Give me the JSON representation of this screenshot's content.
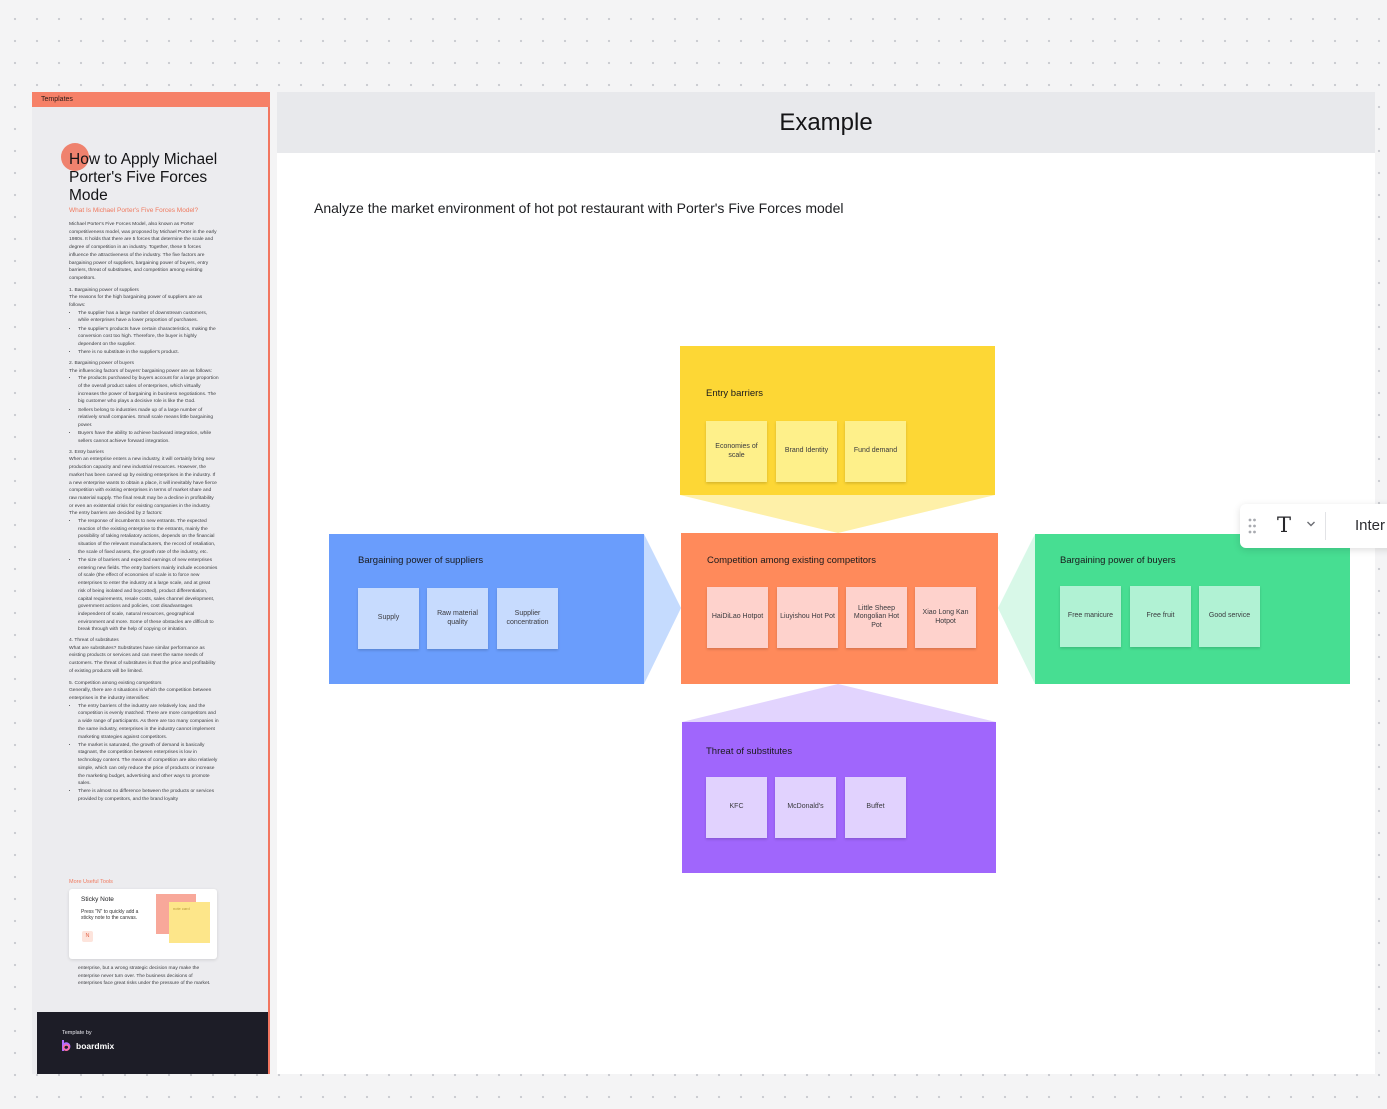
{
  "template_panel": {
    "header_label": "Templates",
    "title": "How to Apply Michael Porter's Five Forces Mode",
    "subtitle": "What Is Michael Porter's Five Forces Model?",
    "intro": "Michael Porter's Five Forces Model, also known as Porter competitiveness model, was proposed by Michael Porter in the early 1980s. It holds that there are 5 forces that determine the scale and degree of competition in an industry. Together, these 5 forces influence the attractiveness of the industry. The five factors are bargaining power of suppliers, bargaining power of buyers, entry barriers, threat of substitutes, and competition among existing competitors.",
    "s1_heading": "1. Bargaining power of suppliers",
    "s1_intro": "The reasons for the high bargaining power of suppliers are as follows:",
    "s1_items": [
      "The supplier has a large number of downstream customers, while enterprises have a lower proportion of purchases.",
      "The supplier's products have certain characteristics, making the conversion cost too high. Therefore, the buyer is highly dependent on the supplier.",
      "There is no substitute in the supplier's product."
    ],
    "s2_heading": "2. Bargaining power of buyers",
    "s2_intro": "The influencing factors of buyers' bargaining power are as follows:",
    "s2_items": [
      "The products purchased by buyers account for a large proportion of the overall product sales of enterprises, which virtually increases the power of bargaining in business negotiations. The big customer who plays a decisive role is like the God.",
      "Sellers belong to industries made up of a large number of relatively small companies. Small scale means little bargaining power.",
      "Buyers have the ability to achieve backward integration, while sellers cannot achieve forward integration."
    ],
    "s3_heading": "3. Entry barriers",
    "s3_intro": "When an enterprise enters a new industry, it will certainly bring new production capacity and new industrial resources. However, the market has been carved up by existing enterprises in the industry. If a new enterprise wants to obtain a place, it will inevitably have fierce competition with existing enterprises in terms of market share and raw material supply. The final result may be a decline in profitability or even an existential crisis for existing companies in the industry.",
    "s3_intro2": "The entry barriers are decided by 2 factors:",
    "s3_items": [
      "The response of incumbents to new entrants. The expected reaction of the existing enterprise to the entrants, mainly the possibility of taking retaliatory actions, depends on the financial situation of the relevant manufacturers, the record of retaliation, the scale of fixed assets, the growth rate of the industry, etc.",
      "The size of barriers and expected earnings of new enterprises entering new fields. The entry barriers mainly include economies of scale (the effect of economies of scale is to force new enterprises to enter the industry at a large scale, and at great risk of being isolated and boycotted), product differentiation, capital requirements, resale costs, sales channel development, government actions and policies, cost disadvantages independent of scale, natural resources, geographical environment and more. Some of these obstacles are difficult to break through with the help of copying or imitation."
    ],
    "s4_heading": "4. Threat of substitutes",
    "s4_intro": "What are substitutes? Substitutes have similar performance as existing products or services and can meet the same needs of customers. The threat of substitutes is that the price and profitability of existing products will be limited.",
    "s5_heading": "5. Competition among existing competitors",
    "s5_intro": "Generally, there are 4 situations in which the competition between enterprises in the industry intensifies:",
    "s5_items": [
      "The entry barriers of the industry are relatively low, and the competition is evenly matched. There are more competitors and a wide range of participants. As there are too many companies in the same industry, enterprises in the industry cannot implement marketing strategies against competitors.",
      "The market is saturated, the growth of demand is basically stagnant, the competition between enterprises is low in technology content. The means of competition are also relatively simple, which can only reduce the price of products or increase the marketing budget, advertising and other ways to promote sales.",
      "There is almost no difference between the products or services provided by competitors, and the brand loyalty"
    ],
    "more_link": "More Useful Tools",
    "tail_text": "enterprise, but a wrong strategic decision may make the enterprise never turn over. The business decisions of enterprises face great risks under the pressure of the market.",
    "sticky_card": {
      "title": "Sticky Note",
      "text": "Press \"N\" to quickly add a sticky note to the canvas.",
      "key": "N",
      "preview_text": "note card"
    },
    "footer": {
      "by": "Template by",
      "brand": "boardmix"
    },
    "accent": "#f68168"
  },
  "frame": {
    "title": "Example",
    "description": "Analyze the market environment of hot pot restaurant with Porter's Five Forces model"
  },
  "diagram": {
    "entry_barriers": {
      "label": "Entry barriers",
      "color": "#fdd735",
      "note_color": "#fef08a",
      "notes": [
        "Economies of scale",
        "Brand Identity",
        "Fund demand"
      ]
    },
    "suppliers": {
      "label": "Bargaining power of suppliers",
      "color": "#6a9dfc",
      "note_color": "#c7dbfe",
      "notes": [
        "Supply",
        "Raw material quality",
        "Supplier concentration"
      ]
    },
    "competition": {
      "label": "Competition among existing competitors",
      "color": "#ff8a5b",
      "note_color": "#fed2cc",
      "notes": [
        "HaiDiLao Hotpot",
        "Liuyishou Hot Pot",
        "Little Sheep Mongolian Hot Pot",
        "Xiao Long Kan Hotpot"
      ]
    },
    "buyers": {
      "label": "Bargaining power of buyers",
      "color": "#47de92",
      "note_color": "#b1f2d4",
      "notes": [
        "Free manicure",
        "Free fruit",
        "Good service"
      ]
    },
    "substitutes": {
      "label": "Threat of substitutes",
      "color": "#a066fc",
      "note_color": "#e1d2fe",
      "notes": [
        "KFC",
        "McDonald's",
        "Buffet"
      ]
    }
  },
  "toolbar": {
    "text_tool": "T",
    "font_name": "Inter"
  }
}
